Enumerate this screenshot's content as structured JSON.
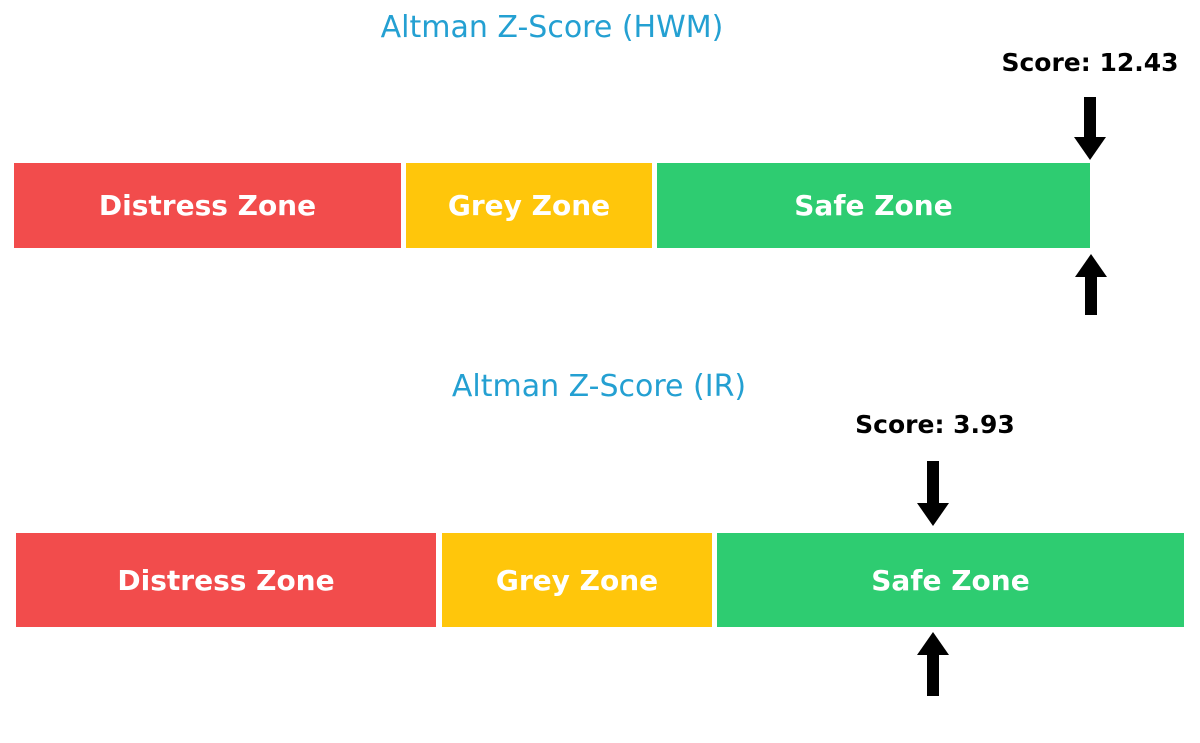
{
  "page": {
    "background": "#ffffff"
  },
  "colors": {
    "title_blue": "#24A0D2",
    "distress_red": "#F24C4C",
    "grey_yellow": "#FFC60B",
    "safe_green": "#2ECC71",
    "arrow_black": "#000000",
    "zone_label_white": "#ffffff"
  },
  "charts": [
    {
      "title": "Altman Z-Score (HWM)",
      "score_label": "Score: 12.43",
      "score_value": 12.43,
      "zones": [
        {
          "label": "Distress Zone",
          "color": "#F24C4C"
        },
        {
          "label": "Grey Zone",
          "color": "#FFC60B"
        },
        {
          "label": "Safe Zone",
          "color": "#2ECC71"
        }
      ]
    },
    {
      "title": "Altman Z-Score (IR)",
      "score_label": "Score: 3.93",
      "score_value": 3.93,
      "zones": [
        {
          "label": "Distress Zone",
          "color": "#F24C4C"
        },
        {
          "label": "Grey Zone",
          "color": "#FFC60B"
        },
        {
          "label": "Safe Zone",
          "color": "#2ECC71"
        }
      ]
    }
  ],
  "chart_data": [
    {
      "type": "bar",
      "subtype": "zone-indicator",
      "orientation": "horizontal",
      "title": "Altman Z-Score (HWM)",
      "score": 12.43,
      "annotations": [
        "Score: 12.43"
      ],
      "segments": [
        {
          "label": "Distress Zone",
          "color": "#F24C4C",
          "width_fraction": 0.36
        },
        {
          "label": "Grey Zone",
          "color": "#FFC60B",
          "width_fraction": 0.23
        },
        {
          "label": "Safe Zone",
          "color": "#2ECC71",
          "width_fraction": 0.41
        }
      ],
      "marker_position_fraction": 1.0,
      "marker_style": "black arrow above and below bar at score position",
      "legend": "none",
      "grid": false,
      "axes": "none"
    },
    {
      "type": "bar",
      "subtype": "zone-indicator",
      "orientation": "horizontal",
      "title": "Altman Z-Score (IR)",
      "score": 3.93,
      "annotations": [
        "Score: 3.93"
      ],
      "segments": [
        {
          "label": "Distress Zone",
          "color": "#F24C4C",
          "width_fraction": 0.36
        },
        {
          "label": "Grey Zone",
          "color": "#FFC60B",
          "width_fraction": 0.23
        },
        {
          "label": "Safe Zone",
          "color": "#2ECC71",
          "width_fraction": 0.4
        }
      ],
      "marker_position_fraction": 0.785,
      "marker_style": "black arrow above and below bar at score position",
      "legend": "none",
      "grid": false,
      "axes": "none"
    }
  ]
}
